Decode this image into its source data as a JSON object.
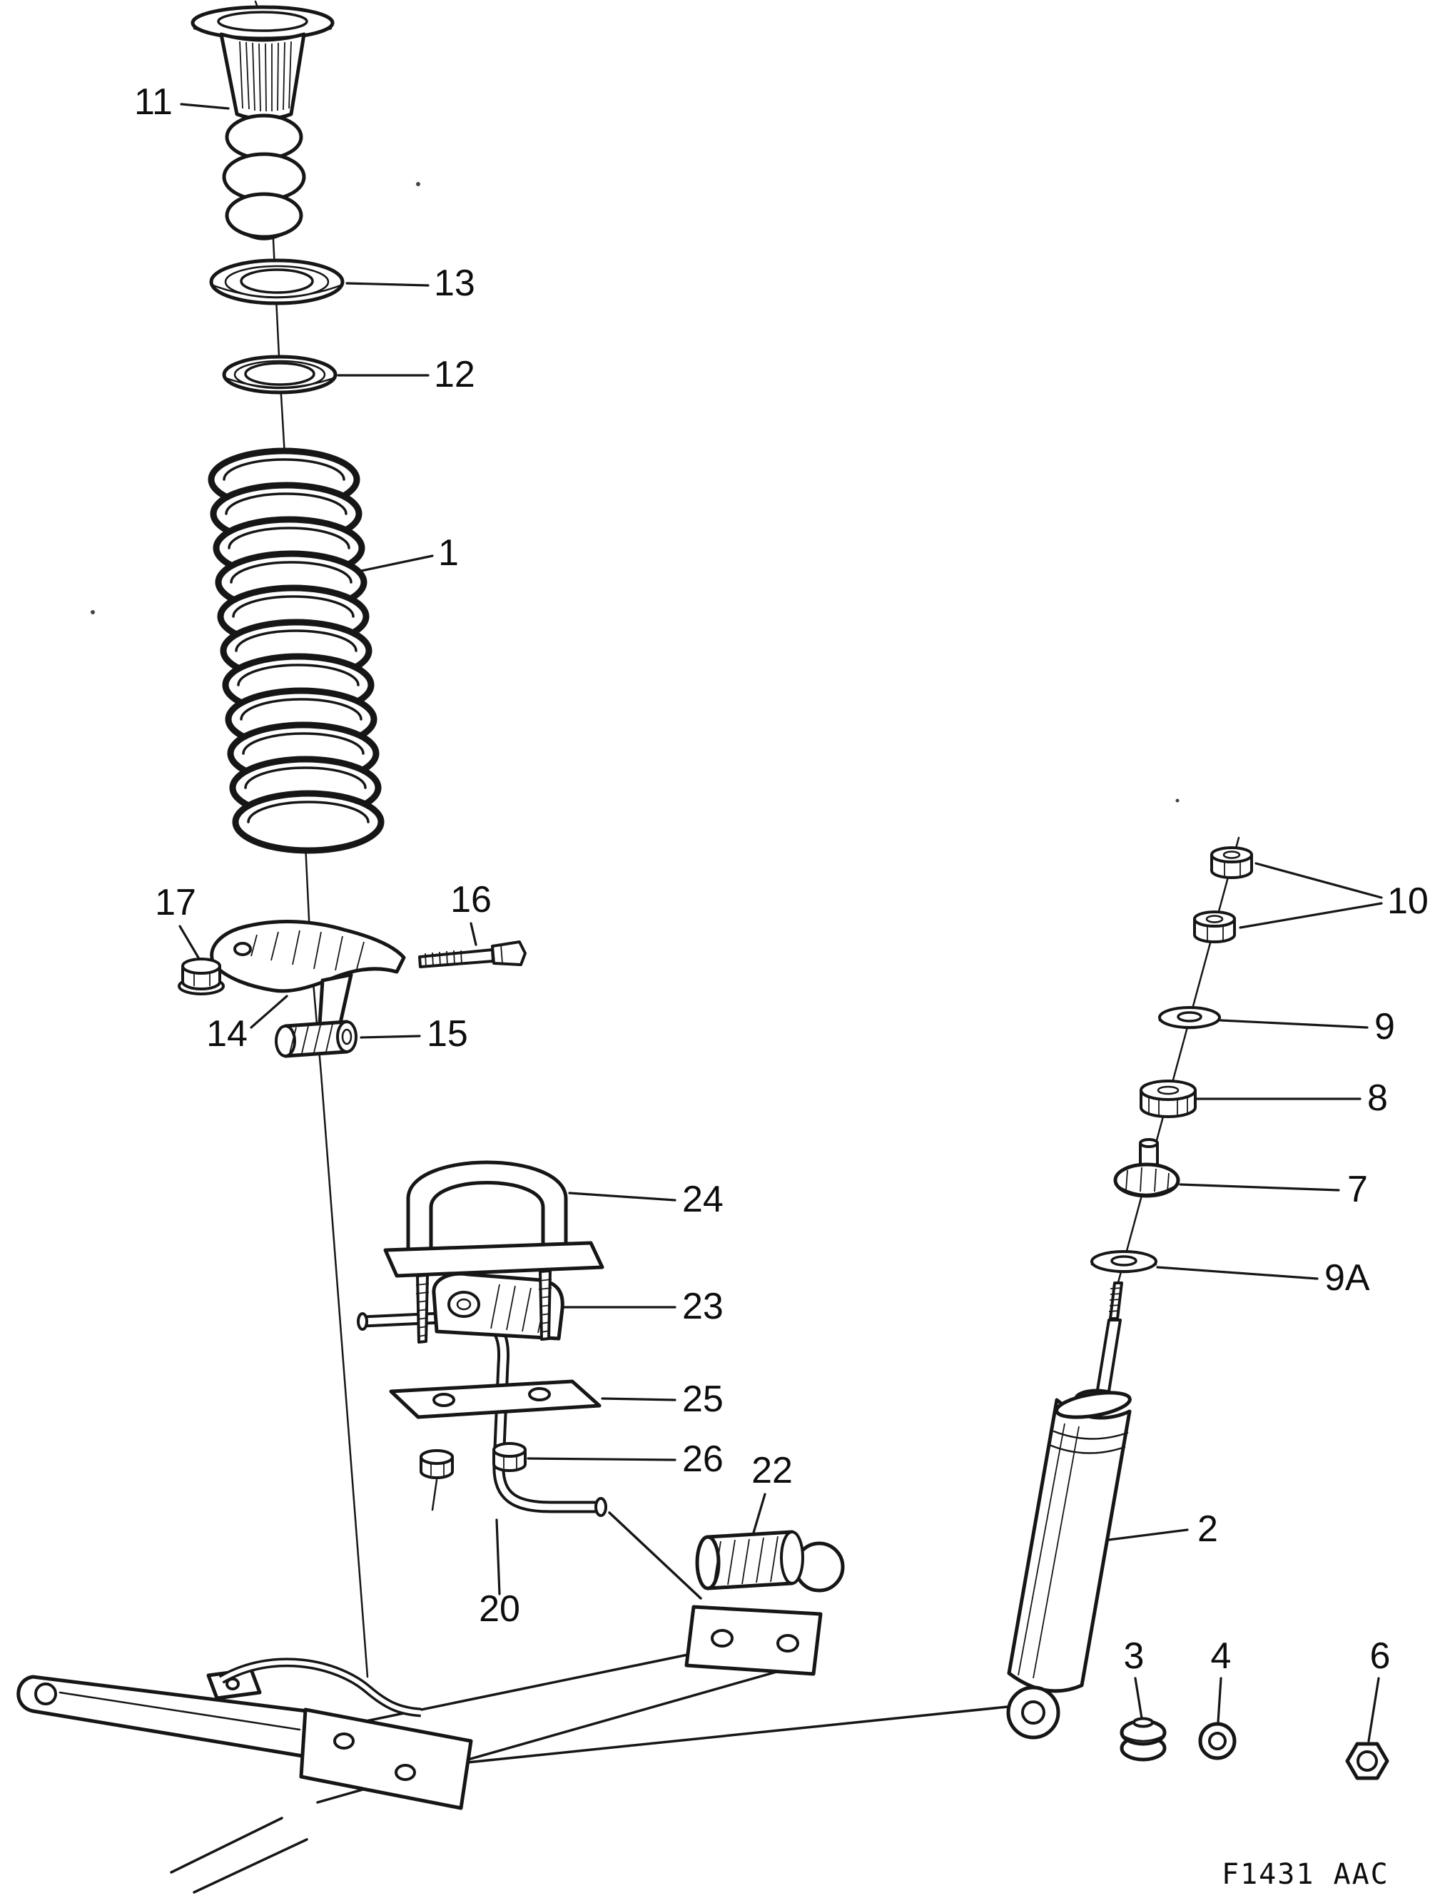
{
  "figure": {
    "code": "F1431 AAC"
  },
  "callouts": {
    "c11": "11",
    "c13": "13",
    "c12": "12",
    "c1": "1",
    "c17": "17",
    "c16": "16",
    "c14": "14",
    "c15": "15",
    "c24": "24",
    "c23": "23",
    "c25": "25",
    "c26": "26",
    "c20": "20",
    "c22": "22",
    "c10": "10",
    "c9": "9",
    "c8": "8",
    "c7": "7",
    "c9a": "9A",
    "c2": "2",
    "c3": "3",
    "c4": "4",
    "c6": "6"
  }
}
